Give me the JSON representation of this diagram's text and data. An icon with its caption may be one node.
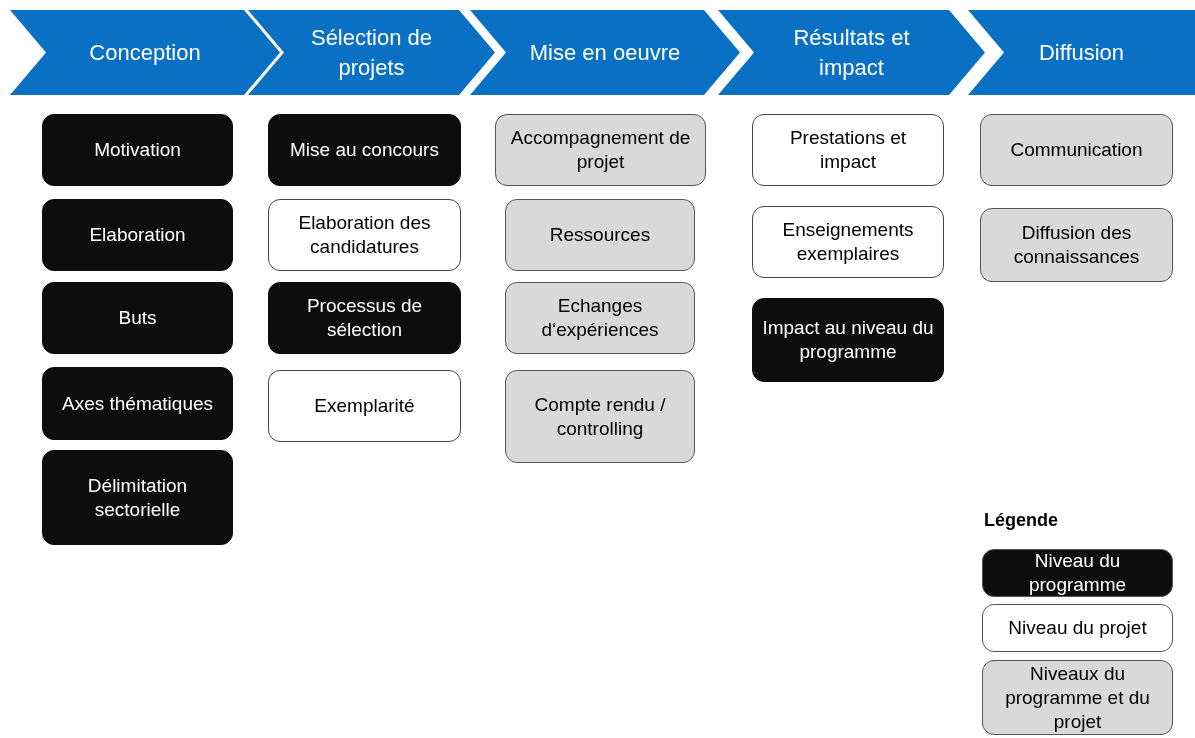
{
  "diagram": {
    "nodes": [
      {
        "text": [
          "Conception"
        ]
      },
      {
        "text": [
          "Sélection de projets"
        ]
      },
      {
        "text": [
          "Mise en oeuvre"
        ]
      },
      {
        "text": [
          "Résultats et impact"
        ]
      },
      {
        "text": [
          "Diffusion"
        ]
      },
      {
        "text": [
          "Motivation"
        ]
      },
      {
        "text": [
          "Elaboration"
        ]
      },
      {
        "text": [
          "Buts"
        ]
      },
      {
        "text": [
          "Axes thématiques"
        ]
      },
      {
        "text": [
          "Délimitation sectorielle"
        ]
      },
      {
        "text": [
          "Mise au concours"
        ]
      },
      {
        "text": [
          "Elaboration des candidatures"
        ]
      },
      {
        "text": [
          "Processus de sélection"
        ]
      },
      {
        "text": [
          "Exemplarité"
        ]
      },
      {
        "text": [
          "Accompagnement de projet"
        ]
      },
      {
        "text": [
          "Ressources"
        ]
      },
      {
        "text": [
          "Echanges d‘expériences"
        ]
      },
      {
        "text": [
          "Compte rendu / controlling"
        ]
      },
      {
        "text": [
          "Prestations et impact"
        ]
      },
      {
        "text": [
          "Enseignements exemplaires"
        ]
      },
      {
        "text": [
          "Impact au niveau du programme"
        ]
      },
      {
        "text": [
          "Communication"
        ]
      },
      {
        "text": [
          "Diffusion des connaissances"
        ]
      }
    ],
    "edges": [],
    "labels": [
      "Légende"
    ],
    "legend": [
      {
        "text": "Niveau du programme",
        "color": "#0d0d0d"
      },
      {
        "text": "Niveau du projet",
        "color": "#ffffff"
      },
      {
        "text": "Niveaux du programme et du projet",
        "color": "#d9d9d9"
      }
    ]
  }
}
